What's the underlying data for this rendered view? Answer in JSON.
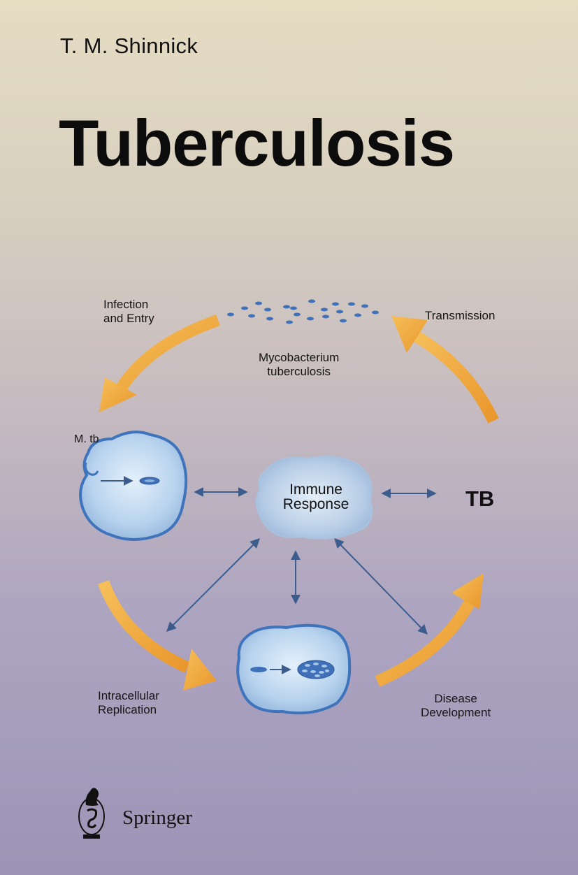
{
  "cover": {
    "author": "T. M. Shinnick",
    "title": "Tuberculosis"
  },
  "diagram": {
    "labels": {
      "infection": "Infection\nand Entry",
      "transmission": "Transmission",
      "mycobacterium": "Mycobacterium\ntuberculosis",
      "mtb": "M. tb",
      "immune_line1": "Immune",
      "immune_line2": "Response",
      "tb": "TB",
      "intracellular": "Intracellular\nReplication",
      "disease": "Disease\nDevelopment"
    },
    "colors": {
      "cycle_arrow": "#f0a83a",
      "cell_fill": "#b7d3ec",
      "cell_border": "#3f73bc",
      "link_arrow": "#3d5c8e",
      "bacteria": "#3f70b8"
    }
  },
  "publisher": {
    "name": "Springer",
    "logo": "springer-knight-logo"
  }
}
